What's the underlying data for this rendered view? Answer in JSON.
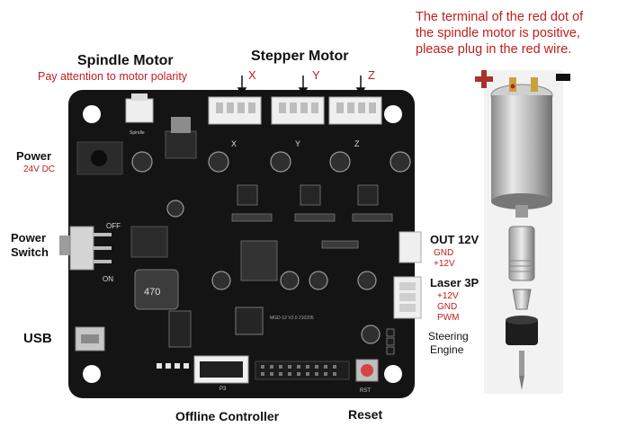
{
  "labels": {
    "spindle_title": "Spindle Motor",
    "spindle_note": "Pay attention to motor polarity",
    "stepper_title": "Stepper Motor",
    "axis_x": "X",
    "axis_y": "Y",
    "axis_z": "Z",
    "power_title": "Power",
    "power_sub": "24V DC",
    "switch_line1": "Power",
    "switch_line2": "Switch",
    "usb": "USB",
    "offline": "Offline Controller",
    "reset": "Reset",
    "out12_title": "OUT 12V",
    "out12_gnd": "GND",
    "out12_v": "+12V",
    "laser_title": "Laser 3P",
    "laser_v": "+12V",
    "laser_gnd": "GND",
    "laser_pwm": "PWM",
    "steer_line1": "Steering",
    "steer_line2": "Engine",
    "note_line1": "The terminal of the red dot of",
    "note_line2": "the spindle motor is positive,",
    "note_line3": "please plug in the red wire."
  },
  "board_marks": {
    "switch_off": "OFF",
    "switch_on": "ON",
    "silk_x": "X",
    "silk_y": "Y",
    "silk_z": "Z",
    "inductor": "470",
    "version": "MGD-12 V2.0 210205",
    "rst": "RST",
    "p3": "P3",
    "spindle_silk": "Spindle"
  },
  "colors": {
    "board": "#111111",
    "label_red": "#c0201c",
    "label_black": "#111111",
    "plus_mark": "#a8322c"
  }
}
